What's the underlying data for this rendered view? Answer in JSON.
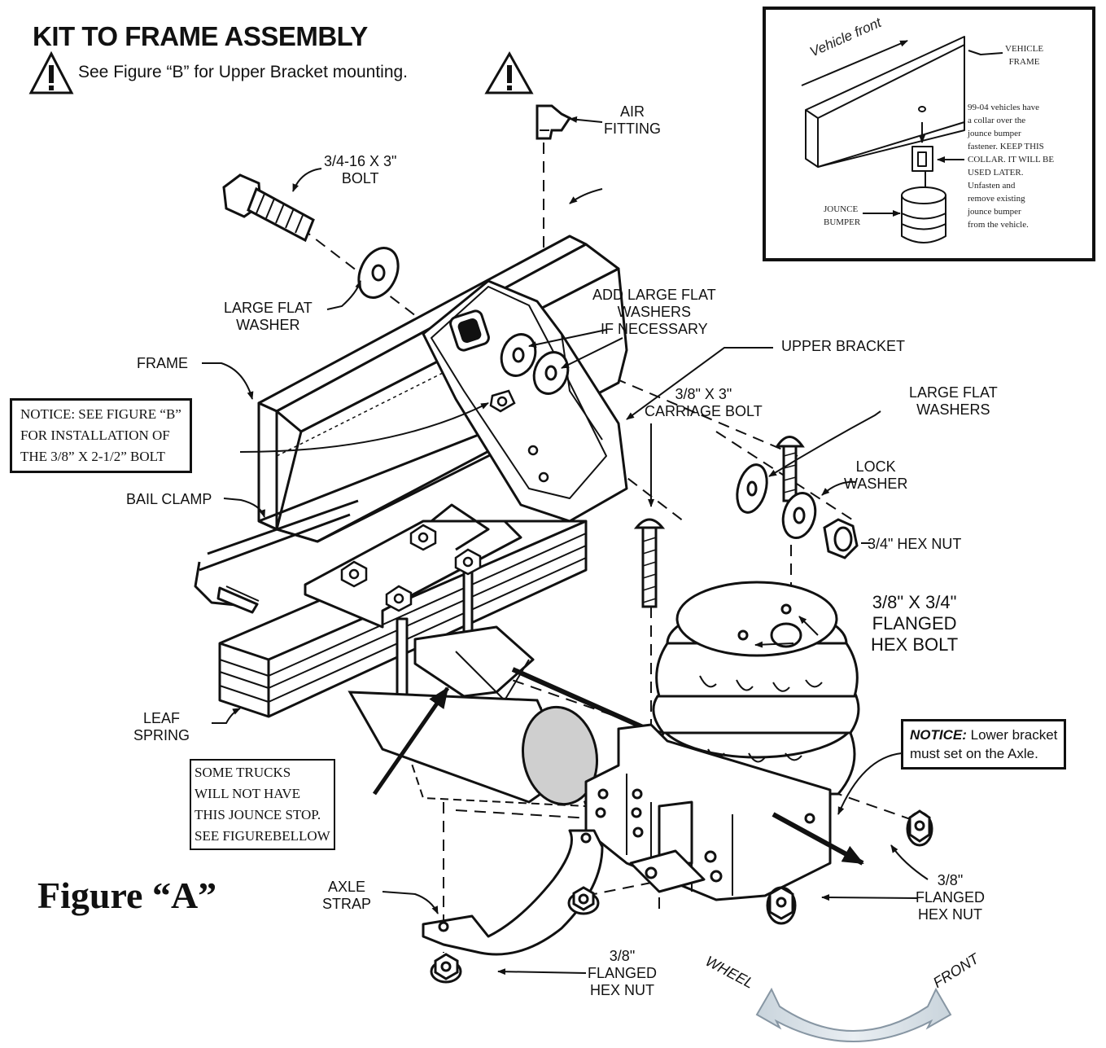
{
  "header": {
    "title": "KIT TO FRAME ASSEMBLY",
    "subtitle": "See Figure “B” for Upper Bracket mounting."
  },
  "labels": {
    "air_fitting": [
      "AIR",
      "FITTING"
    ],
    "bolt_34": [
      "3/4-16 X 3\"",
      "BOLT"
    ],
    "large_flat_washer": [
      "LARGE FLAT",
      "WASHER"
    ],
    "add_washers": [
      "ADD LARGE FLAT",
      "WASHERS",
      "IF NECESSARY"
    ],
    "frame": "FRAME",
    "upper_bracket": "UPPER BRACKET",
    "carriage_bolt": [
      "3/8\" X 3\"",
      "CARRIAGE BOLT"
    ],
    "large_flat_washers": [
      "LARGE FLAT",
      "WASHERS"
    ],
    "lock_washer": [
      "LOCK",
      "WASHER"
    ],
    "hex_nut_34": "3/4\" HEX NUT",
    "bail_clamp": "BAIL CLAMP",
    "flanged_hex_bolt": [
      "3/8\" X 3/4\"",
      "FLANGED",
      "HEX BOLT"
    ],
    "leaf_spring": [
      "LEAF",
      "SPRING"
    ],
    "axle_strap": [
      "AXLE",
      "STRAP"
    ],
    "flanged_hex_nut_right": [
      "3/8\"",
      "FLANGED",
      "HEX NUT"
    ],
    "flanged_hex_nut_bottom": [
      "3/8\"",
      "FLANGED",
      "HEX NUT"
    ],
    "wheel": "WHEEL",
    "front": "FRONT"
  },
  "notices": {
    "frame_notice": [
      "NOTICE: SEE FIGURE “B”",
      "FOR INSTALLATION OF",
      "THE 3/8” X 2-1/2” BOLT"
    ],
    "jounce_notice": [
      "SOME TRUCKS",
      "WILL NOT HAVE",
      "THIS JOUNCE STOP.",
      "SEE FIGUREBELLOW"
    ],
    "lower_bracket_notice_bold": "NOTICE:",
    "lower_bracket_notice_rest": " Lower bracket",
    "lower_bracket_notice_line2": "must set on the Axle."
  },
  "inset": {
    "vehicle_front": "Vehicle front",
    "vehicle_frame": [
      "VEHICLE",
      "FRAME"
    ],
    "jounce_bumper": [
      "JOUNCE",
      "BUMPER"
    ],
    "note": [
      "99-04 vehicles have",
      "a collar over the",
      "jounce bumper",
      "fastener. KEEP THIS",
      "COLLAR. IT WILL BE",
      "USED LATER.",
      "Unfasten and",
      "remove existing",
      "jounce bumper",
      "from the vehicle."
    ]
  },
  "figure_label": "Figure “A”"
}
